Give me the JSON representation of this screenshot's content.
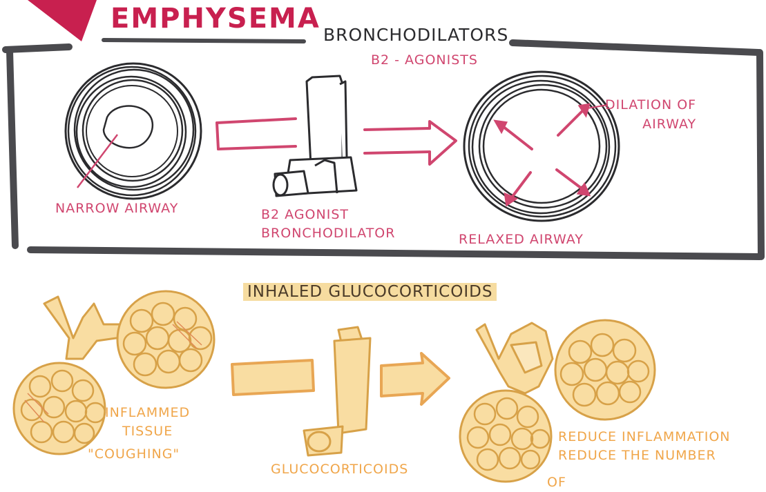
{
  "title": "EMPHYSEMA",
  "top_panel": {
    "heading": "BRONCHODILATORS",
    "subheading": "B2 - AGONISTS",
    "label_narrow": "NARROW AIRWAY",
    "label_agent_line1": "B2 AGONIST",
    "label_agent_line2": "BRONCHODILATOR",
    "label_relaxed": "RELAXED AIRWAY",
    "label_dilation_line1": "DILATION OF",
    "label_dilation_line2": "AIRWAY"
  },
  "bottom_panel": {
    "heading": "INHALED GLUCOCORTICOIDS",
    "label_inflamed_line1": "INFLAMMED",
    "label_inflamed_line2": "TISSUE",
    "label_cough": "\"COUGHING\"",
    "label_agent": "GLUCOCORTICOIDS",
    "label_reduce_line1": "REDUCE INFLAMMATION",
    "label_reduce_line2": "REDUCE THE NUMBER",
    "label_of": "OF"
  },
  "colors": {
    "accent_pink": "#d0466f",
    "title_red": "#c8204f",
    "ink": "#2b2b2e",
    "gold": "#f0a64a",
    "alveoli_fill": "#f9dda2",
    "alveoli_stroke": "#d7a148"
  }
}
